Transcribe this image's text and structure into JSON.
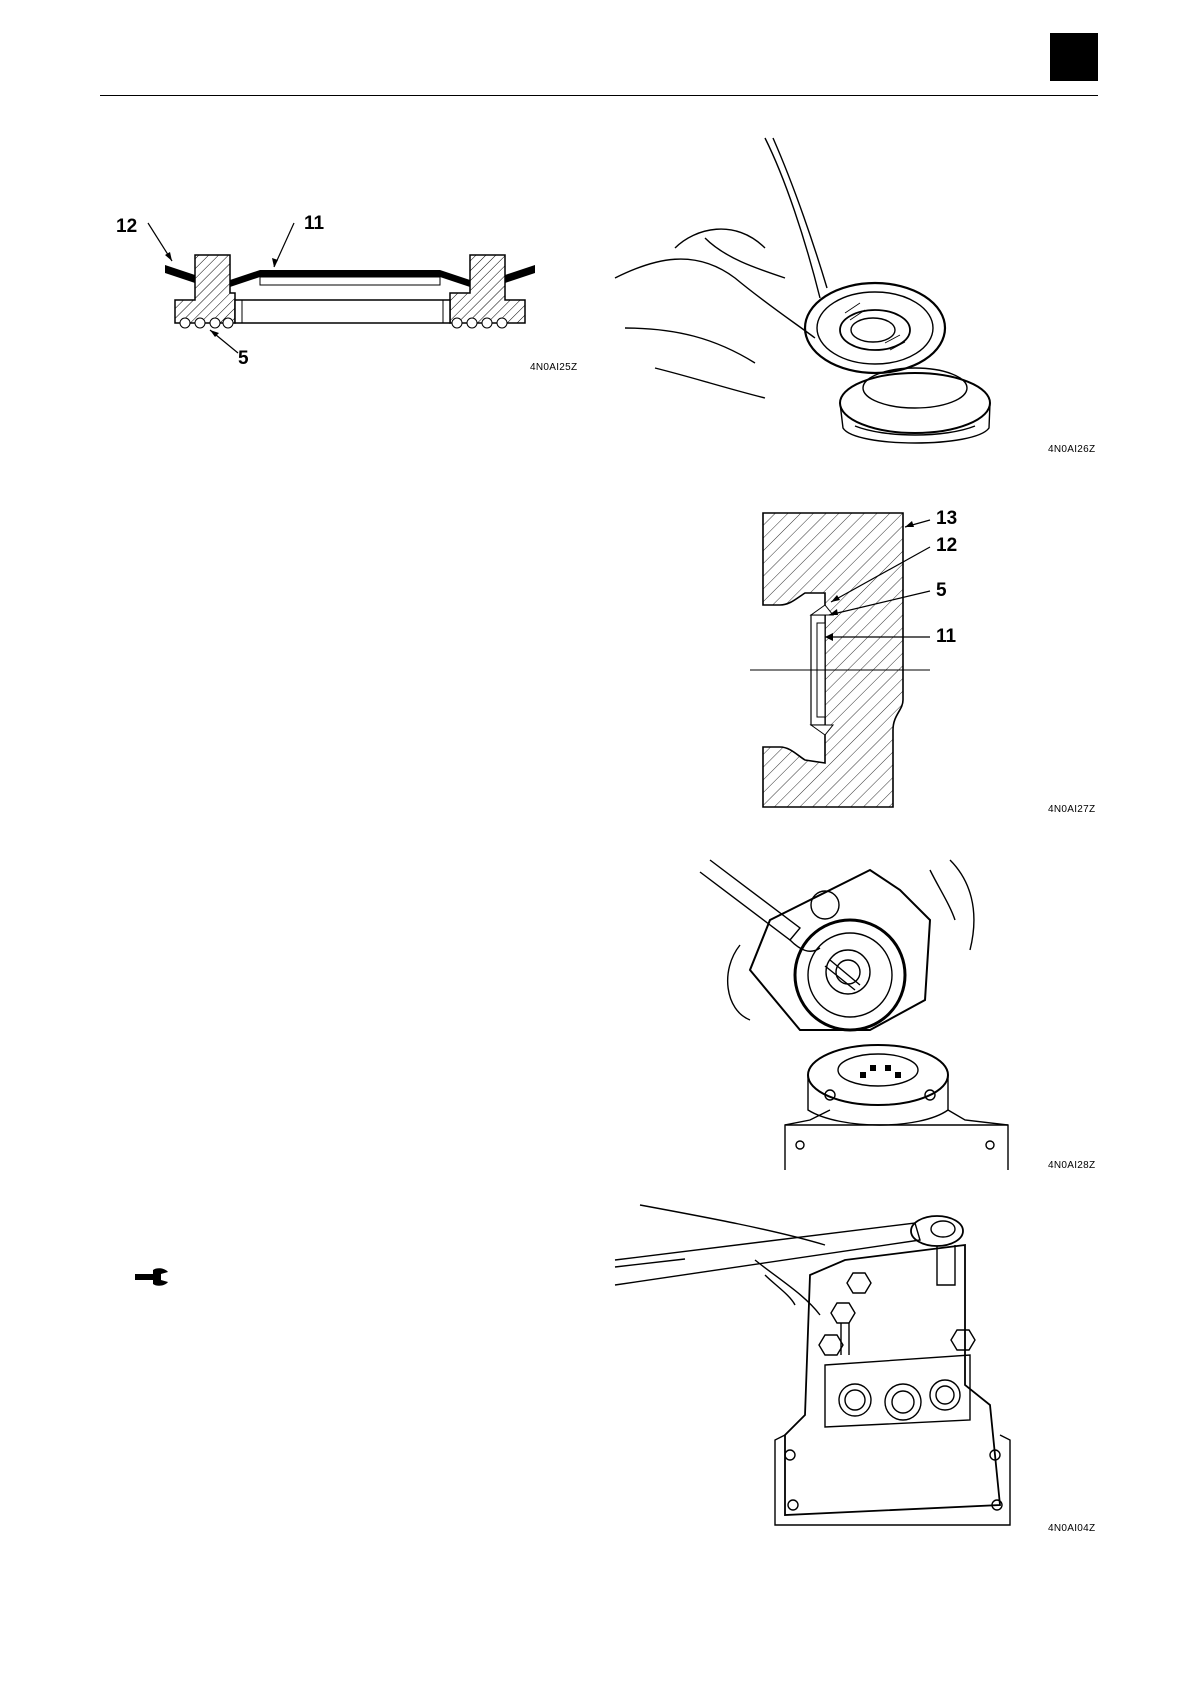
{
  "figures": [
    {
      "id": "fig1",
      "code": "4N0AI25Z",
      "callouts": [
        "12",
        "11",
        "5"
      ]
    },
    {
      "id": "fig2",
      "code": "4N0AI26Z"
    },
    {
      "id": "fig3",
      "code": "4N0AI27Z",
      "callouts": [
        "13",
        "12",
        "5",
        "11"
      ]
    },
    {
      "id": "fig4",
      "code": "4N0AI28Z"
    },
    {
      "id": "fig5",
      "code": "4N0AI04Z"
    }
  ],
  "icons": {
    "wrench": "wrench-icon"
  }
}
